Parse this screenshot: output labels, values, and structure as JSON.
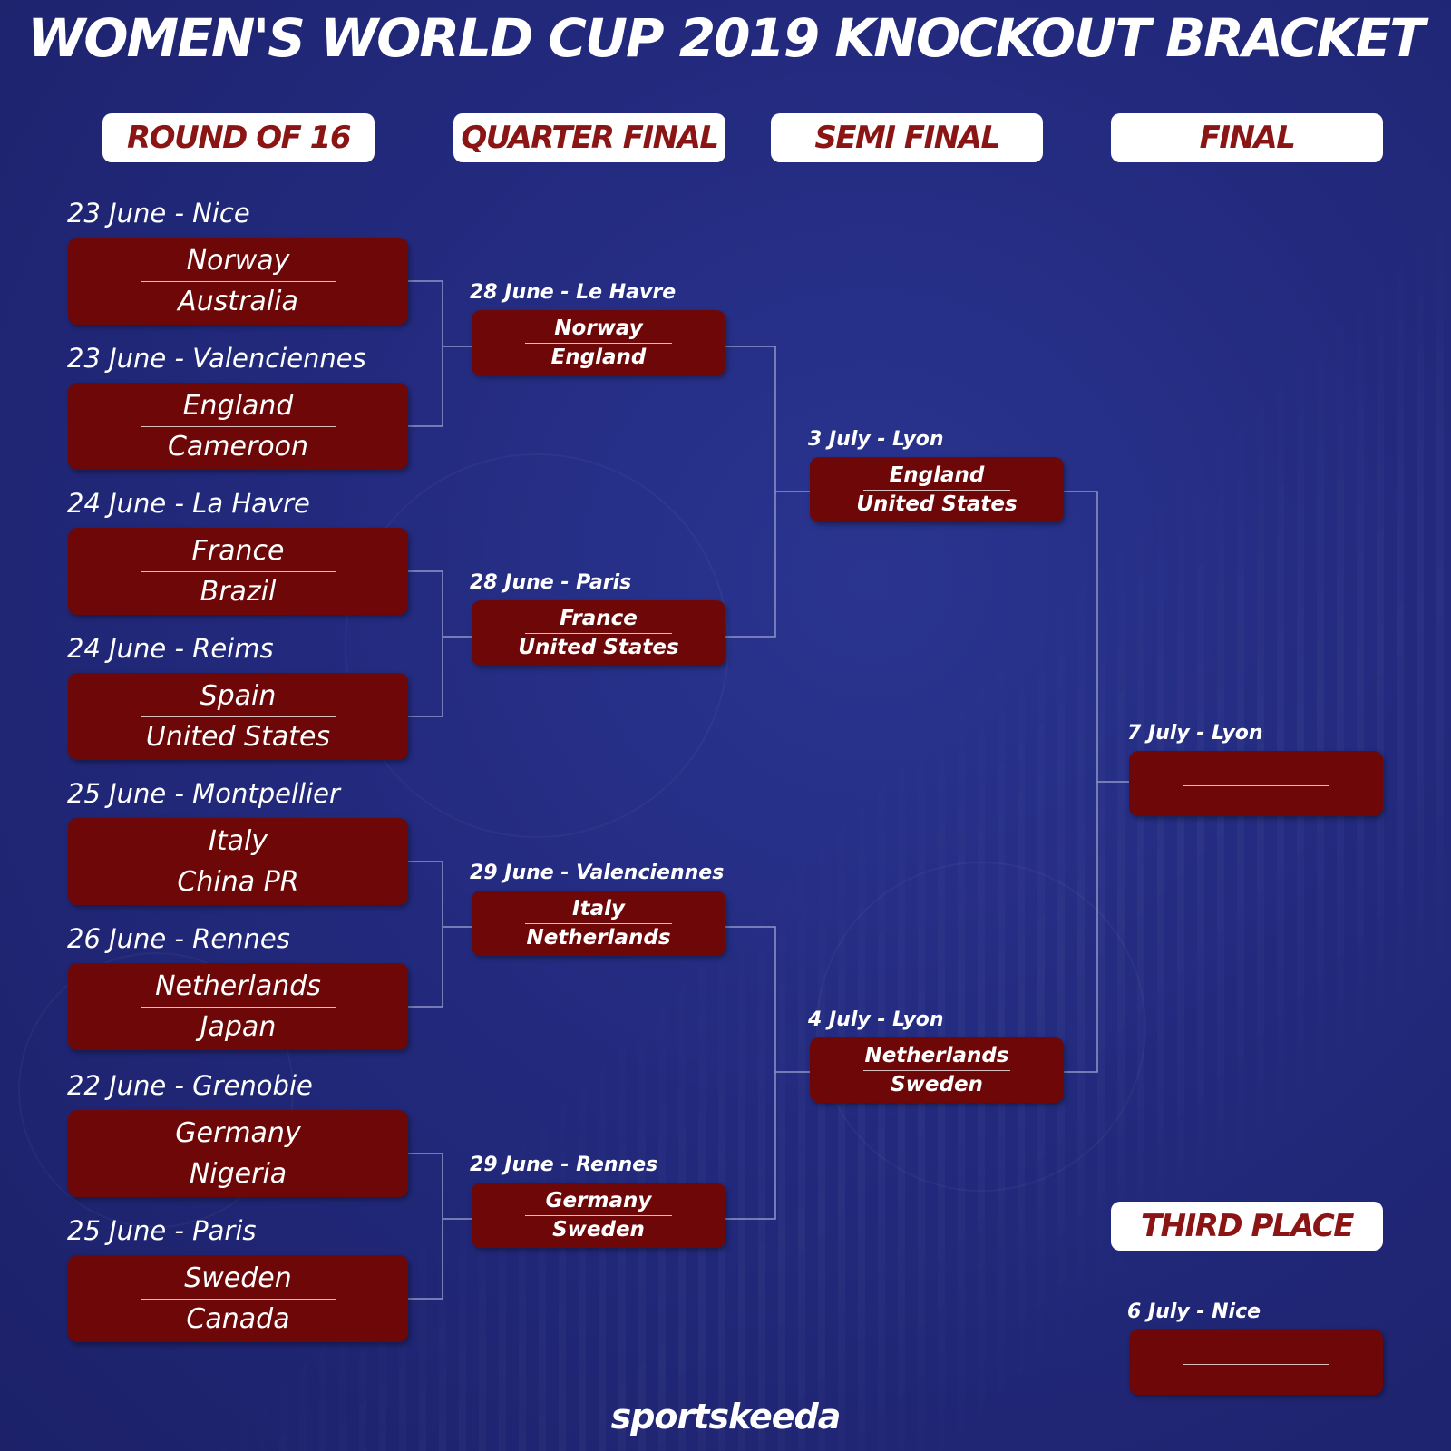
{
  "title": "WOMEN'S WORLD CUP 2019 KNOCKOUT BRACKET",
  "rounds": {
    "r16": "ROUND OF 16",
    "qf": "QUARTER FINAL",
    "sf": "SEMI FINAL",
    "final": "FINAL",
    "third": "THIRD PLACE"
  },
  "round_of_16": [
    {
      "date": "23 June - Nice",
      "team1": "Norway",
      "team2": "Australia"
    },
    {
      "date": "23 June - Valenciennes",
      "team1": "England",
      "team2": "Cameroon"
    },
    {
      "date": "24 June - La Havre",
      "team1": "France",
      "team2": "Brazil"
    },
    {
      "date": "24 June - Reims",
      "team1": "Spain",
      "team2": "United States"
    },
    {
      "date": "25 June - Montpellier",
      "team1": "Italy",
      "team2": "China PR"
    },
    {
      "date": "26 June - Rennes",
      "team1": "Netherlands",
      "team2": "Japan"
    },
    {
      "date": "22 June - Grenobie",
      "team1": "Germany",
      "team2": "Nigeria"
    },
    {
      "date": "25 June - Paris",
      "team1": "Sweden",
      "team2": "Canada"
    }
  ],
  "quarter_finals": [
    {
      "date": "28 June - Le Havre",
      "team1": "Norway",
      "team2": "England"
    },
    {
      "date": "28 June - Paris",
      "team1": "France",
      "team2": "United States"
    },
    {
      "date": "29 June - Valenciennes",
      "team1": "Italy",
      "team2": "Netherlands"
    },
    {
      "date": "29 June - Rennes",
      "team1": "Germany",
      "team2": "Sweden"
    }
  ],
  "semi_finals": [
    {
      "date": "3 July - Lyon",
      "team1": "England",
      "team2": "United States"
    },
    {
      "date": "4 July - Lyon",
      "team1": "Netherlands",
      "team2": "Sweden"
    }
  ],
  "final": {
    "date": "7 July - Lyon"
  },
  "third_place": {
    "date": "6 July - Nice"
  },
  "brand": "sportskeeda"
}
